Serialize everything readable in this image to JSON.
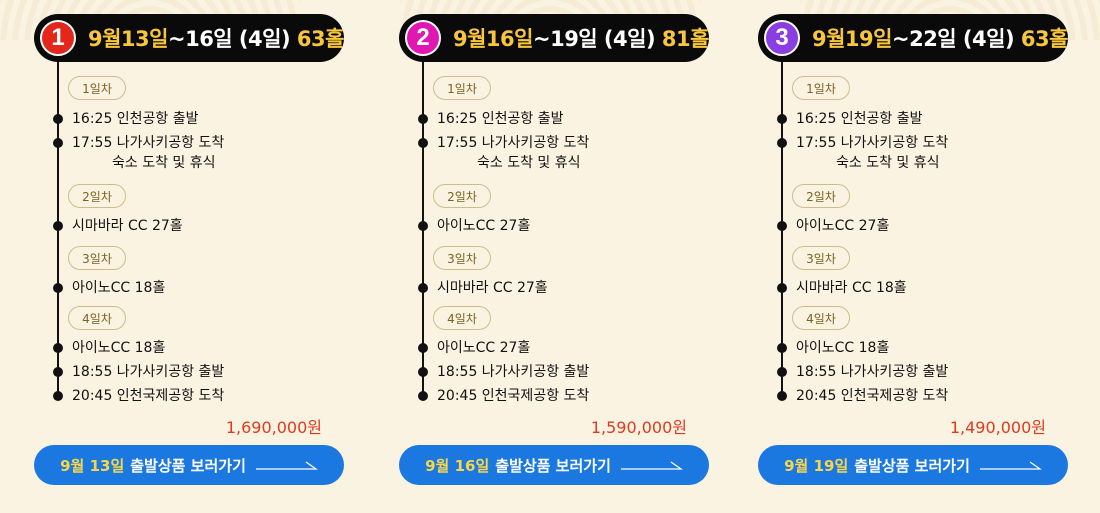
{
  "colors": {
    "accent_yellow": "#f7c63c",
    "cta_blue": "#1a78e0",
    "price_red": "#e03a1e",
    "num1": "#e5261a",
    "num2": "#e017b1",
    "num3": "#8a3de0"
  },
  "columns": [
    {
      "num": "1",
      "head_date": "9월13일",
      "head_range": "~16일 (4일)",
      "head_holes": "63홀",
      "day1": "1일차",
      "d1a": "16:25 인천공항 출발",
      "d1b": "17:55 나가사키공항 도착",
      "d1c": "숙소 도착 및 휴식",
      "day2": "2일차",
      "d2a": "시마바라 CC 27홀",
      "day3": "3일차",
      "d3a": "아이노CC 18홀",
      "day4": "4일차",
      "d4a": "아이노CC 18홀",
      "d4b": "18:55 나가사키공항 출발",
      "d4c": "20:45 인천국제공항 도착",
      "price": "1,690,000원",
      "cta_date": "9월 13일",
      "cta_label": "출발상품 보러가기"
    },
    {
      "num": "2",
      "head_date": "9월16일",
      "head_range": "~19일 (4일)",
      "head_holes": "81홀",
      "day1": "1일차",
      "d1a": "16:25 인천공항 출발",
      "d1b": "17:55 나가사키공항 도착",
      "d1c": "숙소 도착 및 휴식",
      "day2": "2일차",
      "d2a": "아이노CC 27홀",
      "day3": "3일차",
      "d3a": "시마바라 CC 27홀",
      "day4": "4일차",
      "d4a": "아이노CC 27홀",
      "d4b": "18:55 나가사키공항 출발",
      "d4c": "20:45 인천국제공항 도착",
      "price": "1,590,000원",
      "cta_date": "9월 16일",
      "cta_label": "출발상품 보러가기"
    },
    {
      "num": "3",
      "head_date": "9월19일",
      "head_range": "~22일 (4일)",
      "head_holes": "63홀",
      "day1": "1일차",
      "d1a": "16:25 인천공항 출발",
      "d1b": "17:55 나가사키공항 도착",
      "d1c": "숙소 도착 및 휴식",
      "day2": "2일차",
      "d2a": "아이노CC 27홀",
      "day3": "3일차",
      "d3a": "시마바라 CC 18홀",
      "day4": "4일차",
      "d4a": "아이노CC 18홀",
      "d4b": "18:55 나가사키공항 출발",
      "d4c": "20:45 인천국제공항 도착",
      "price": "1,490,000원",
      "cta_date": "9월 19일",
      "cta_label": "출발상품 보러가기"
    }
  ]
}
